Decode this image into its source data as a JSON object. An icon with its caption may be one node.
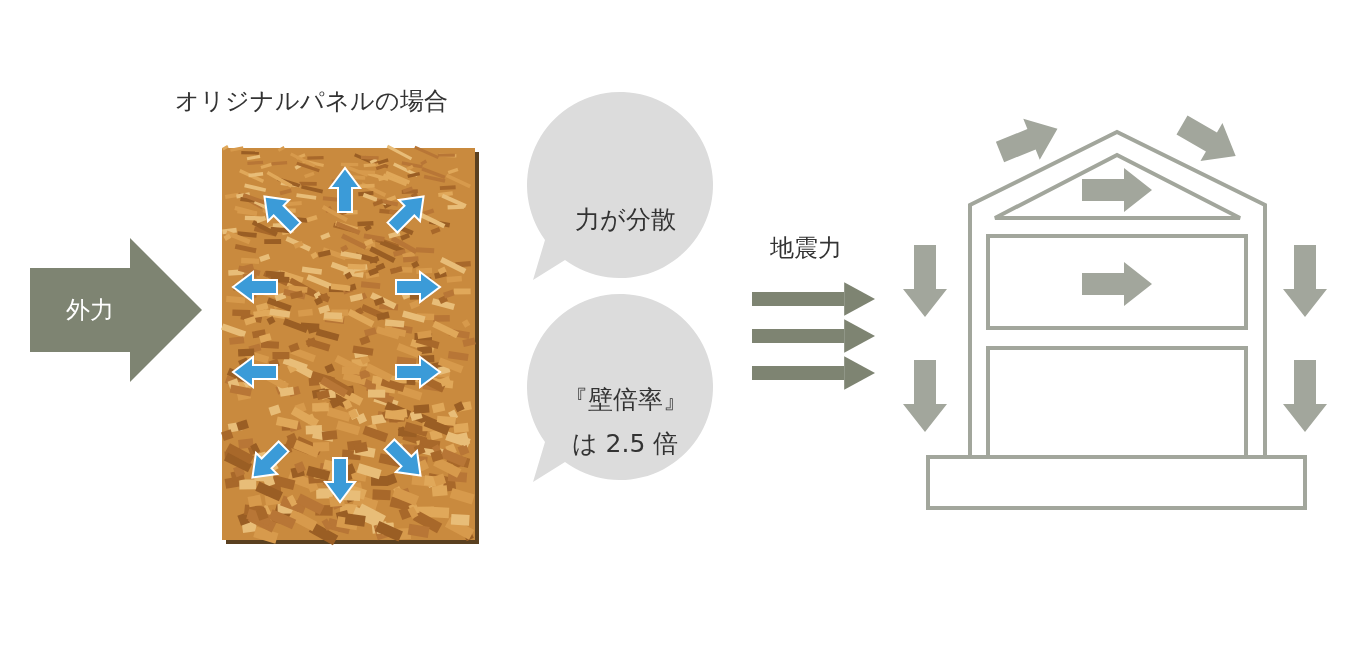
{
  "diagram": {
    "nodes": [
      {
        "text": [
          "外力"
        ]
      },
      {
        "text": [
          "オリジナルパネルの場合"
        ]
      },
      {
        "text": [
          "力が分散"
        ]
      },
      {
        "text": [
          "『壁倍率』は 2.5 倍"
        ]
      },
      {
        "text": [],
        "shape": "picture"
      }
    ],
    "edges": [
      {
        "from": null,
        "to": 4,
        "arrow": "to"
      },
      {
        "from": null,
        "to": 4,
        "arrow": "to"
      },
      {
        "from": null,
        "to": 4,
        "arrow": "to"
      }
    ],
    "labels": [
      "地震力"
    ]
  }
}
